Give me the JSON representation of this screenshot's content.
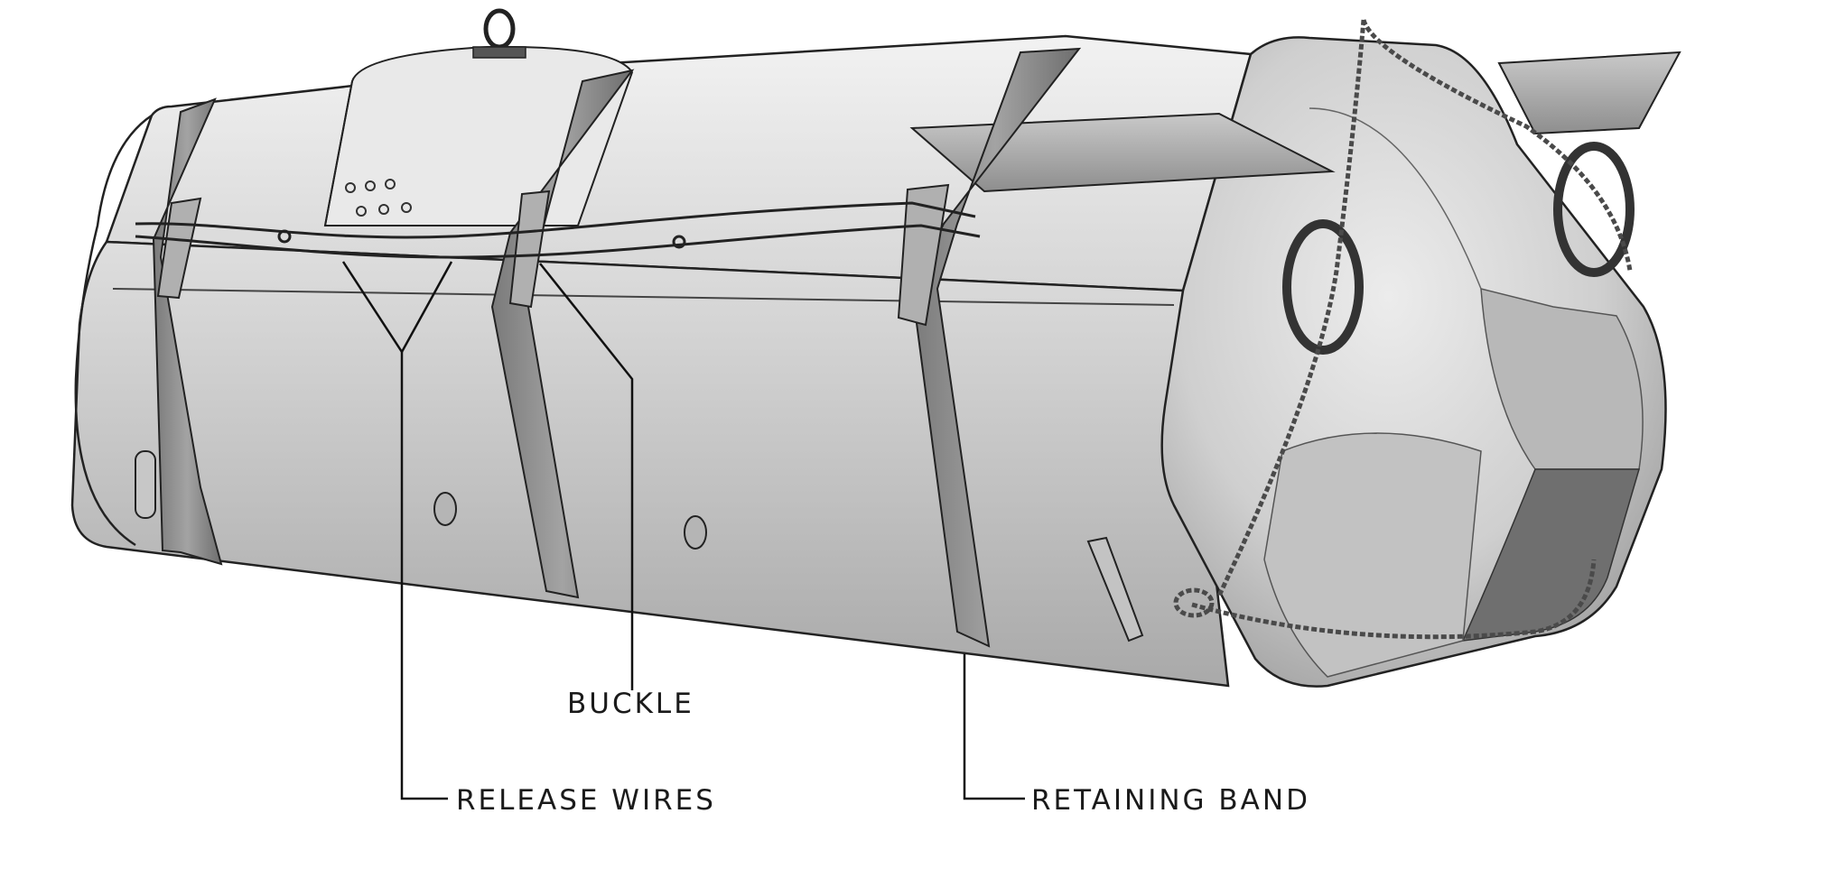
{
  "callouts": {
    "buckle": "BUCKLE",
    "release_wires": "RELEASE WIRES",
    "retaining_band": "RETAINING BAND"
  },
  "colors": {
    "background": "#ffffff",
    "body_light": "#e4e4e4",
    "body_mid": "#c8c8c8",
    "body_dark": "#9a9a9a",
    "band": "#8a8a8a",
    "line": "#111111"
  }
}
